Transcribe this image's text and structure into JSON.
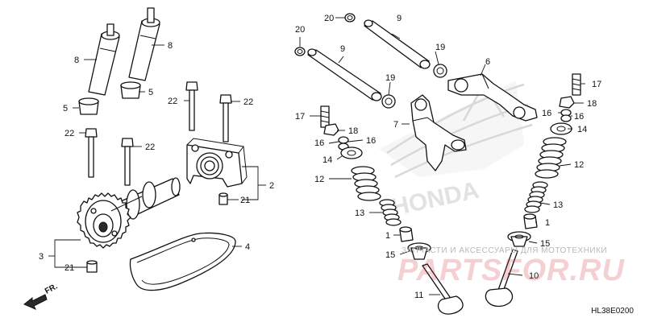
{
  "watermark": {
    "small_text": "ЗАПЧАСТИ И АКСЕССУАРЫ ДЛЯ МОТОТЕХНИКИ",
    "big_text": "PARTSFOR.RU",
    "logo_text": "HONDA"
  },
  "diagram_code": "HL38E0200",
  "front_indicator": "FR.",
  "callouts": [
    {
      "id": "c1",
      "label": "20"
    },
    {
      "id": "c2",
      "label": "9"
    },
    {
      "id": "c3",
      "label": "20"
    },
    {
      "id": "c4",
      "label": "9"
    },
    {
      "id": "c5",
      "label": "19"
    },
    {
      "id": "c6",
      "label": "6"
    },
    {
      "id": "c7",
      "label": "19"
    },
    {
      "id": "c8",
      "label": "17"
    },
    {
      "id": "c9",
      "label": "17"
    },
    {
      "id": "c10",
      "label": "18"
    },
    {
      "id": "c11",
      "label": "16"
    },
    {
      "id": "c12",
      "label": "16"
    },
    {
      "id": "c13",
      "label": "7"
    },
    {
      "id": "c14",
      "label": "18"
    },
    {
      "id": "c15",
      "label": "16"
    },
    {
      "id": "c16",
      "label": "16"
    },
    {
      "id": "c17",
      "label": "14"
    },
    {
      "id": "c18",
      "label": "14"
    },
    {
      "id": "c19",
      "label": "12"
    },
    {
      "id": "c20",
      "label": "12"
    },
    {
      "id": "c21",
      "label": "13"
    },
    {
      "id": "c22",
      "label": "13"
    },
    {
      "id": "c23",
      "label": "1"
    },
    {
      "id": "c24",
      "label": "1"
    },
    {
      "id": "c25",
      "label": "15"
    },
    {
      "id": "c26",
      "label": "15"
    },
    {
      "id": "c27",
      "label": "10"
    },
    {
      "id": "c28",
      "label": "11"
    },
    {
      "id": "c29",
      "label": "8"
    },
    {
      "id": "c30",
      "label": "8"
    },
    {
      "id": "c31",
      "label": "5"
    },
    {
      "id": "c32",
      "label": "5"
    },
    {
      "id": "c33",
      "label": "22"
    },
    {
      "id": "c34",
      "label": "22"
    },
    {
      "id": "c35",
      "label": "22"
    },
    {
      "id": "c36",
      "label": "22"
    },
    {
      "id": "c37",
      "label": "2"
    },
    {
      "id": "c38",
      "label": "21"
    },
    {
      "id": "c39",
      "label": "3"
    },
    {
      "id": "c40",
      "label": "21"
    },
    {
      "id": "c41",
      "label": "4"
    }
  ]
}
